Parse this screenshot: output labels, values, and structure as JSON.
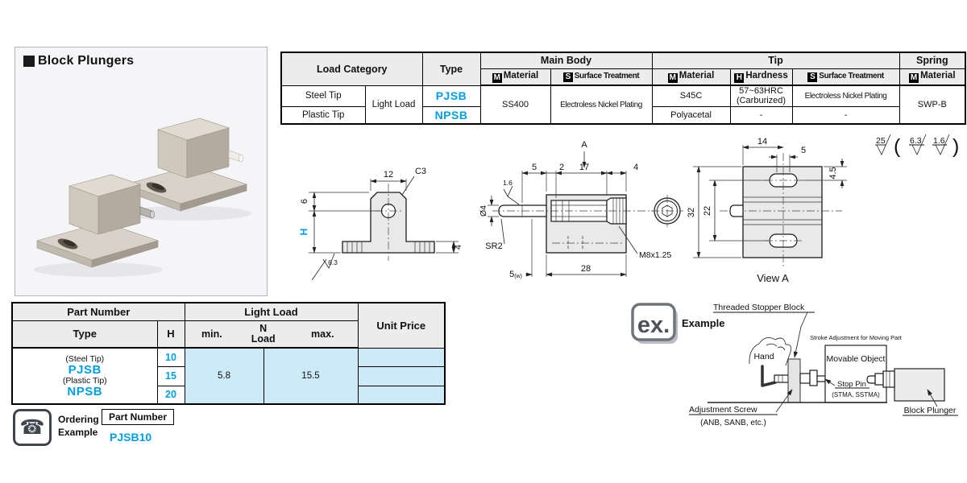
{
  "colors": {
    "accent_blue": "#00a0e9",
    "cell_blue": "#cdeaf9",
    "header_gray": "#ececec"
  },
  "photo_panel": {
    "title": "Block Plungers"
  },
  "spec_table": {
    "load_category": "Load Category",
    "type": "Type",
    "main_body": "Main Body",
    "tip": "Tip",
    "spring": "Spring",
    "material": "Material",
    "surface_treatment": "Surface Treatment",
    "hardness": "Hardness",
    "badge_m": "M",
    "badge_s": "S",
    "badge_h": "H",
    "steel_tip": "Steel Tip",
    "plastic_tip": "Plastic Tip",
    "light_load": "Light Load",
    "type_pjsb": "PJSB",
    "type_npsb": "NPSB",
    "body_material": "SS400",
    "body_surface": "Electroless Nickel Plating",
    "tip_material_steel": "S45C",
    "tip_material_plastic": "Polyacetal",
    "tip_hardness_steel": "57~63HRC\n(Carburized)",
    "tip_hardness_plastic": "-",
    "tip_surface_steel": "Electroless Nickel Plating",
    "tip_surface_plastic": "-",
    "spring_material": "SWP-B"
  },
  "drawings": {
    "front_view": {
      "width": "12",
      "chamfer": "C3",
      "hole_offset": "6",
      "height": "H",
      "base_thickness": "4",
      "finish": "6.3"
    },
    "side_view": {
      "view_label": "A",
      "seg1": "5",
      "seg2": "2",
      "seg3": "17",
      "seg4": "4",
      "diameter": "Ø4",
      "finish": "1.6",
      "tip_radius": "SR2",
      "thread": "M8x1.25",
      "flat": "5",
      "flat_note": "(w)",
      "length": "28"
    },
    "view_a": {
      "top_width": "14",
      "slot_width": "5",
      "slot_offset": "4.5",
      "height_total": "32",
      "slot_spacing": "22",
      "caption": "View A"
    },
    "finish_note": {
      "outer": "25",
      "open_paren": "(",
      "inner_1": "6.3",
      "inner_2": "1.6",
      "close_paren": ")"
    }
  },
  "part_table": {
    "part_number": "Part Number",
    "light_load": "Light Load",
    "unit_price": "Unit Price",
    "type": "Type",
    "h": "H",
    "min": "min.",
    "n_load": "N\nLoad",
    "max": "max.",
    "type_lines": [
      "(Steel Tip)",
      "PJSB",
      "(Plastic Tip)",
      "NPSB"
    ],
    "h_values": [
      "10",
      "15",
      "20"
    ],
    "load_min": "5.8",
    "load_max": "15.5"
  },
  "ordering": {
    "phone_icon": "☎",
    "line1": "Ordering",
    "line2": "Example",
    "part_number_label": "Part Number",
    "part_number_value": "PJSB10"
  },
  "example": {
    "logo": "ex.",
    "title": "Example",
    "threaded_stopper_block": "Threaded Stopper Block",
    "stroke_adjustment": "Stroke Adjustment for Moving Part",
    "hand": "Hand",
    "movable_object": "Movable Object",
    "stop_pin": "Stop Pin",
    "stop_pin_codes": "(STMA, SSTMA)",
    "adjustment_screw": "Adjustment Screw",
    "adjustment_screw_codes": "(ANB, SANB, etc.)",
    "block_plunger": "Block Plunger"
  }
}
